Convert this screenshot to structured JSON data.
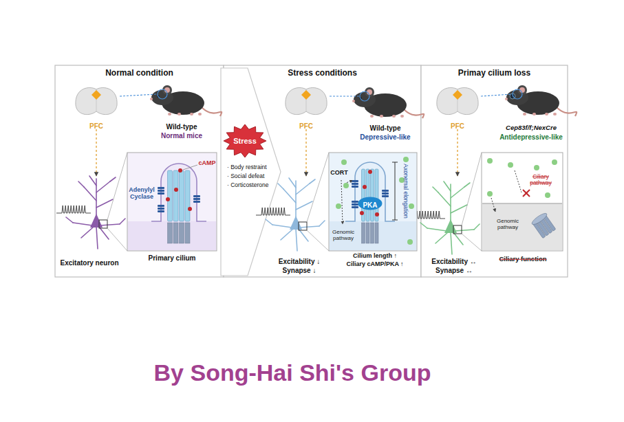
{
  "diagram": {
    "caption": "By Song-Hai Shi's Group",
    "nodes": [
      {
        "text": [
          "Normal condition"
        ]
      },
      {
        "text": [
          "Stress conditions"
        ]
      },
      {
        "text": [
          "Primay cilium loss"
        ]
      },
      {
        "text": [
          "PKA"
        ],
        "in": 1
      },
      {
        "text": [
          "Stress"
        ]
      }
    ],
    "labels": [
      "PFC",
      "Wild-type",
      "Normal mice",
      "Adenylyl Cyclase",
      "cAMP",
      "Primary cilium",
      "Excitatory neuron",
      "· Body restraint",
      "· Social defeat",
      "· Corticosterone",
      "PFC",
      "Wild-type",
      "Depressive-like",
      "CORT",
      "Axonemal elongation",
      "Genomic pathway",
      "Cilium length ↑",
      "Ciliary cAMP/PKA ↑",
      "Excitability ↓",
      "Synapse ↓",
      "PFC",
      "Cep83f/f;NexCre",
      "Antidepressive-like",
      "Ciliary pathway",
      "Genomic pathway",
      "Ciliary function",
      "Excitability ↔",
      "Synapse ↔"
    ]
  }
}
